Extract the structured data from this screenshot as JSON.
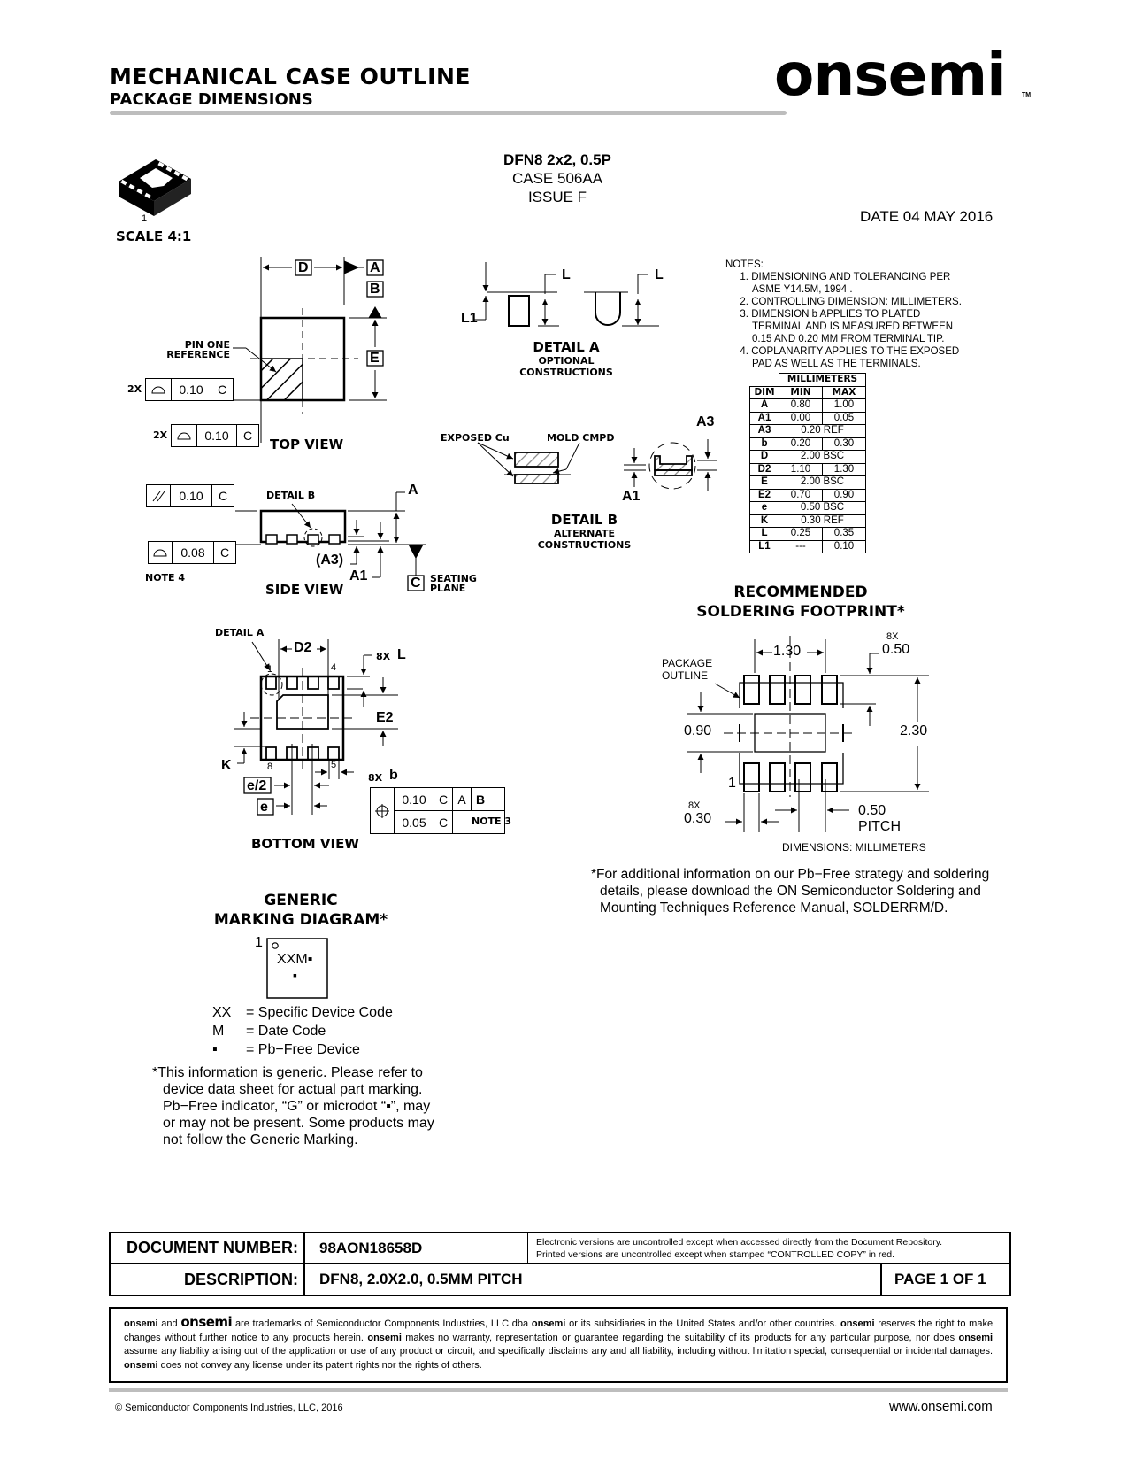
{
  "header": {
    "title": "MECHANICAL CASE OUTLINE",
    "subtitle": "PACKAGE DIMENSIONS",
    "logo": "onsemi",
    "logo_tm": "TM"
  },
  "package": {
    "name": "DFN8 2x2, 0.5P",
    "case": "CASE 506AA",
    "issue": "ISSUE F",
    "date": "DATE 04 MAY 2016",
    "scale": "SCALE 4:1",
    "pin_label": "1"
  },
  "notes": {
    "title": "NOTES:",
    "items": [
      {
        "num": "1.",
        "lines": [
          "DIMENSIONING AND TOLERANCING PER",
          "ASME Y14.5M, 1994 ."
        ]
      },
      {
        "num": "2.",
        "lines": [
          "CONTROLLING DIMENSION: MILLIMETERS."
        ]
      },
      {
        "num": "3.",
        "lines": [
          "DIMENSION b APPLIES TO PLATED",
          "TERMINAL AND IS MEASURED BETWEEN",
          "0.15 AND 0.20 MM FROM TERMINAL TIP."
        ]
      },
      {
        "num": "4.",
        "lines": [
          "COPLANARITY APPLIES TO THE EXPOSED",
          "PAD AS WELL AS THE TERMINALS."
        ]
      }
    ]
  },
  "dim_table": {
    "group_header": "MILLIMETERS",
    "headers": [
      "DIM",
      "MIN",
      "MAX"
    ],
    "rows": [
      {
        "dim": "A",
        "min": "0.80",
        "max": "1.00"
      },
      {
        "dim": "A1",
        "min": "0.00",
        "max": "0.05"
      },
      {
        "dim": "A3",
        "span": "0.20 REF"
      },
      {
        "dim": "b",
        "min": "0.20",
        "max": "0.30"
      },
      {
        "dim": "D",
        "span": "2.00 BSC"
      },
      {
        "dim": "D2",
        "min": "1.10",
        "max": "1.30"
      },
      {
        "dim": "E",
        "span": "2.00 BSC"
      },
      {
        "dim": "E2",
        "min": "0.70",
        "max": "0.90"
      },
      {
        "dim": "e",
        "span": "0.50 BSC"
      },
      {
        "dim": "K",
        "span": "0.30 REF"
      },
      {
        "dim": "L",
        "min": "0.25",
        "max": "0.35"
      },
      {
        "dim": "L1",
        "min": "---",
        "max": "0.10"
      }
    ]
  },
  "top_view": {
    "title": "TOP VIEW",
    "dim_D": "D",
    "dim_E": "E",
    "datum_A": "A",
    "datum_B": "B",
    "pin_one_ref": [
      "PIN ONE",
      "REFERENCE"
    ],
    "fcf1": {
      "mult": "2X",
      "tol": "0.10",
      "datum": "C"
    },
    "fcf2": {
      "mult": "2X",
      "tol": "0.10",
      "datum": "C"
    }
  },
  "side_view": {
    "title": "SIDE VIEW",
    "detail_b": "DETAIL B",
    "dim_A": "A",
    "dim_A3": "(A3)",
    "dim_A1": "A1",
    "datum_C": "C",
    "seating_plane": [
      "SEATING",
      "PLANE"
    ],
    "fcf_parallel": {
      "tol": "0.10",
      "datum": "C"
    },
    "fcf_flat": {
      "tol": "0.08",
      "datum": "C"
    },
    "note4": "NOTE 4"
  },
  "detail_a": {
    "title": "DETAIL A",
    "subtitle": [
      "OPTIONAL",
      "CONSTRUCTIONS"
    ],
    "L1": "L1",
    "L": "L"
  },
  "detail_b": {
    "title": "DETAIL B",
    "subtitle": [
      "ALTERNATE",
      "CONSTRUCTIONS"
    ],
    "exposed_cu": "EXPOSED Cu",
    "mold_cmpd": "MOLD CMPD",
    "A3": "A3",
    "A1": "A1"
  },
  "bottom_view": {
    "title": "BOTTOM VIEW",
    "detail_a": "DETAIL A",
    "D2": "D2",
    "E2": "E2",
    "K": "K",
    "L_mult": "8X",
    "L": "L",
    "b_mult": "8X",
    "b": "b",
    "e_half": "e/2",
    "e": "e",
    "pin1": "1",
    "pin4": "4",
    "pin5": "5",
    "pin8": "8",
    "fcf": {
      "row1": {
        "tol": "0.10",
        "d1": "C",
        "d2": "A",
        "d3": "B"
      },
      "row2": {
        "tol": "0.05",
        "d1": "C",
        "note": "NOTE 3"
      }
    }
  },
  "footprint": {
    "title": [
      "RECOMMENDED",
      "SOLDERING FOOTPRINT*"
    ],
    "package_outline": [
      "PACKAGE",
      "OUTLINE"
    ],
    "dim_130": "1.30",
    "dim_050_mult": "8X",
    "dim_050": "0.50",
    "dim_090": "0.90",
    "dim_230": "2.30",
    "dim_030_mult": "8X",
    "dim_030": "0.30",
    "pitch_val": "0.50",
    "pitch": "PITCH",
    "pin1": "1",
    "units": "DIMENSIONS: MILLIMETERS",
    "footnote": [
      "*For additional information on our Pb−Free strategy and soldering",
      "details, please download the ON Semiconductor Soldering and",
      "Mounting Techniques Reference Manual, SOLDERRM/D."
    ]
  },
  "marking": {
    "title": [
      "GENERIC",
      "MARKING DIAGRAM*"
    ],
    "pin1": "1",
    "code": "XXM▪",
    "dot": "▪",
    "legend": [
      {
        "key": "XX",
        "desc": "= Specific Device Code"
      },
      {
        "key": "M",
        "desc": "= Date Code"
      },
      {
        "key": "▪",
        "desc": "= Pb−Free Device"
      }
    ],
    "note": [
      "*This information is generic. Please refer to",
      "device data sheet for actual part marking.",
      "Pb−Free indicator, “G” or microdot “▪”, may",
      "or may not be present. Some products may",
      "not follow the Generic Marking."
    ]
  },
  "doc_box": {
    "doc_number_label": "DOCUMENT NUMBER:",
    "doc_number": "98AON18658D",
    "control_note": [
      "Electronic versions are uncontrolled except when accessed directly from the Document Repository.",
      "Printed  versions are uncontrolled  except when stamped  “CONTROLLED COPY” in red."
    ],
    "description_label": "DESCRIPTION:",
    "description": "DFN8, 2.0X2.0, 0.5MM PITCH",
    "page": "PAGE 1 OF 1"
  },
  "legal": {
    "brand": "onsemi",
    "and": "and",
    "logo": "onsemi",
    "t1": "are trademarks of Semiconductor Components Industries, LLC dba",
    "t2": "or its subsidiaries in the United States and/or other countries.",
    "t3": "reserves the right to make changes without further notice to any products herein.",
    "t4": "makes no warranty, representation or guarantee regarding the suitability of its products for any particular purpose, nor does",
    "t5": "assume any liability arising out of the application or use of any product or circuit, and specifically disclaims any and all liability, including without limitation special, consequential or incidental damages.",
    "t6": "does not convey any license under its patent rights nor the rights of others."
  },
  "footer": {
    "copyright": "©  Semiconductor Components Industries, LLC, 2016",
    "website": "www.onsemi.com"
  },
  "colors": {
    "rule_gray": "#bdbdbd",
    "hatch_gray": "#888888",
    "ink": "#000000"
  }
}
